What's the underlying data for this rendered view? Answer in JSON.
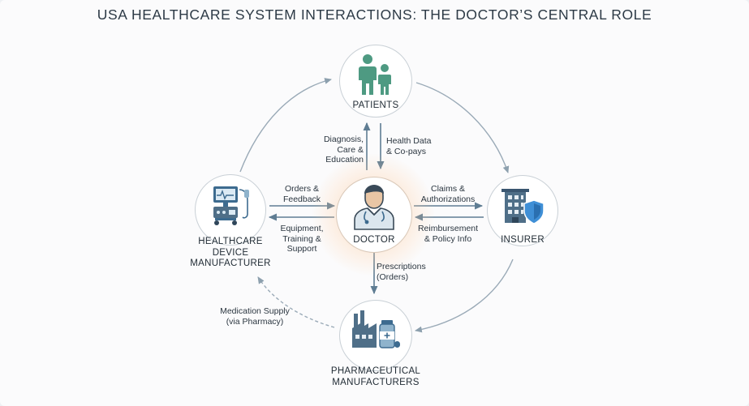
{
  "title": "USA HEALTHCARE SYSTEM INTERACTIONS: THE DOCTOR’S CENTRAL ROLE",
  "colors": {
    "arrow": "#5f7d93",
    "node_border": "#c9d0d6",
    "patient_green": "#4e9a82",
    "device_blue": "#3d6b8f",
    "shield_blue": "#3f8fd6",
    "doctor_glow": "#ffbe82"
  },
  "nodes": {
    "patients": {
      "label": "PATIENTS",
      "icon": "family-icon"
    },
    "doctor": {
      "label": "DOCTOR",
      "icon": "doctor-icon"
    },
    "insurer": {
      "label": "INSURER",
      "icon": "building-shield-icon"
    },
    "device": {
      "label_lines": [
        "HEALTHCARE",
        "DEVICE",
        "MANUFACTURER"
      ],
      "icon": "medical-monitor-icon"
    },
    "pharma": {
      "label_lines": [
        "PHARMACEUTICAL",
        "MANUFACTURERS"
      ],
      "icon": "factory-medicine-icon"
    }
  },
  "flows": {
    "doctor_to_patients": [
      "Diagnosis,",
      "Care &",
      "Education"
    ],
    "patients_to_doctor": [
      "Health Data",
      "& Co-pays"
    ],
    "doctor_to_insurer": [
      "Claims &",
      "Authorizations"
    ],
    "insurer_to_doctor": [
      "Reimbursement",
      "& Policy Info"
    ],
    "doctor_to_device": [
      "Orders &",
      "Feedback"
    ],
    "device_to_doctor": [
      "Equipment,",
      "Training &",
      "Support"
    ],
    "doctor_to_pharma": [
      "Prescriptions",
      "(Orders)"
    ],
    "pharma_to_device": [
      "Medication Supply",
      "(via Pharmacy)"
    ]
  }
}
